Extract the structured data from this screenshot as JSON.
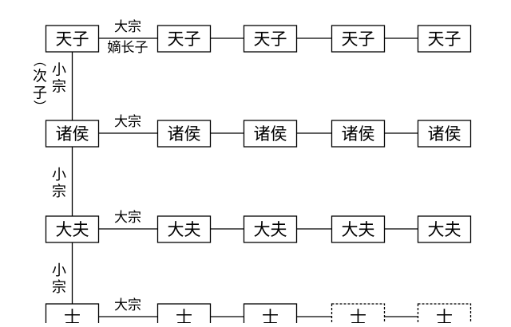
{
  "rows": [
    {
      "node_text": "天子",
      "nodes": [
        "天子",
        "天子",
        "天子",
        "天子",
        "天子"
      ],
      "link_top": "大宗",
      "link_bottom": "嫡长子"
    },
    {
      "node_text": "诸侯",
      "nodes": [
        "诸侯",
        "诸侯",
        "诸侯",
        "诸侯",
        "诸侯"
      ],
      "link_top": "大宗",
      "link_bottom": ""
    },
    {
      "node_text": "大夫",
      "nodes": [
        "大夫",
        "大夫",
        "大夫",
        "大夫",
        "大夫"
      ],
      "link_top": "大宗",
      "link_bottom": ""
    },
    {
      "node_text": "士",
      "nodes": [
        "士",
        "士",
        "士",
        "士",
        "士"
      ],
      "link_top": "大宗",
      "link_bottom": ""
    }
  ],
  "vertical_links": [
    {
      "chars": [
        "小",
        "宗"
      ],
      "paren_chars": [
        "次",
        "子"
      ]
    },
    {
      "chars": [
        "小",
        "宗"
      ],
      "paren_chars": []
    },
    {
      "chars": [
        "小",
        "宗"
      ],
      "paren_chars": []
    }
  ]
}
